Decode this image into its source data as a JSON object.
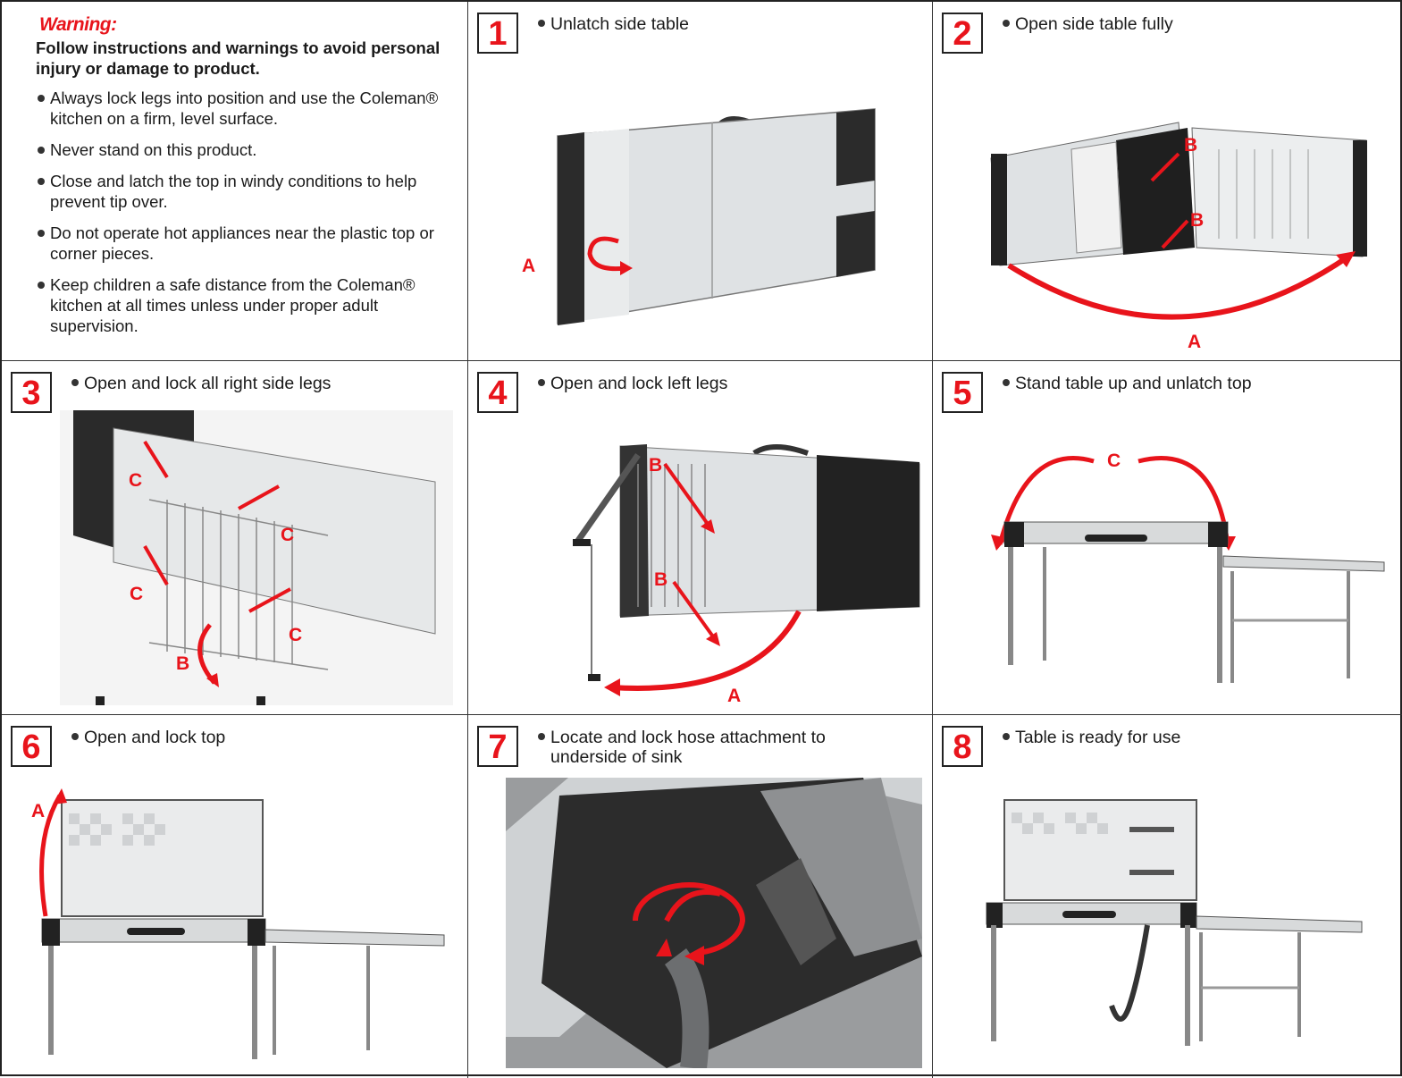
{
  "warning": {
    "title": "Warning:",
    "subtitle": "Follow instructions and warnings to avoid personal injury or damage to product.",
    "items": [
      "Always lock legs into position and use the Coleman® kitchen on a firm, level surface.",
      "Never stand on this product.",
      "Close and latch the top in windy conditions to help prevent tip over.",
      "Do not operate hot appliances near the plastic top or corner pieces.",
      "Keep children a safe distance from the Coleman® kitchen at all times unless under proper adult supervision."
    ]
  },
  "steps": [
    {
      "number": "1",
      "caption": "Unlatch side table",
      "labels": [
        "A"
      ]
    },
    {
      "number": "2",
      "caption": "Open side table fully",
      "labels": [
        "B",
        "B",
        "A"
      ]
    },
    {
      "number": "3",
      "caption": "Open and lock all right side legs",
      "labels": [
        "C",
        "C",
        "C",
        "C",
        "B"
      ]
    },
    {
      "number": "4",
      "caption": "Open and lock left legs",
      "labels": [
        "B",
        "B",
        "A"
      ]
    },
    {
      "number": "5",
      "caption": "Stand table up and unlatch top",
      "labels": [
        "C"
      ]
    },
    {
      "number": "6",
      "caption": "Open and lock top",
      "labels": [
        "A"
      ]
    },
    {
      "number": "7",
      "caption": "Locate and lock hose attachment to",
      "caption_line2": "underside of sink",
      "labels": []
    },
    {
      "number": "8",
      "caption": "Table is ready for use",
      "labels": []
    }
  ],
  "colors": {
    "accent": "#e8141b",
    "border": "#222222",
    "metal": "#cfd2d4",
    "dark": "#2a2a2a"
  }
}
